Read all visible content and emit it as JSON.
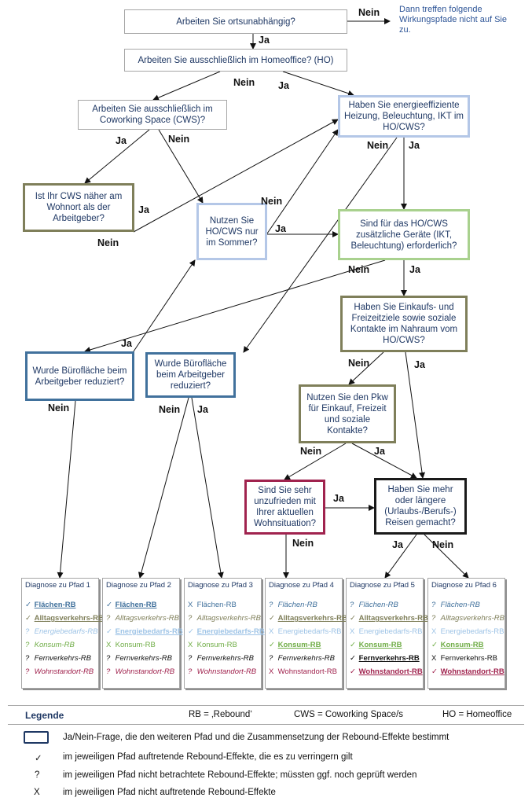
{
  "questions": {
    "q1": "Arbeiten Sie ortsunabhängig?",
    "q2": "Arbeiten Sie ausschließlich im Homeoffice? (HO)",
    "q3": "Arbeiten Sie ausschließlich im Coworking Space (CWS)?",
    "q4": "Haben Sie energieeffiziente Heizung, Beleuchtung, IKT im HO/CWS?",
    "q5": "Ist Ihr CWS näher am Wohnort als der Arbeitgeber?",
    "q6": "Nutzen Sie HO/CWS nur im Sommer?",
    "q7": "Sind für das HO/CWS zusätzliche Geräte (IKT, Beleuchtung) erforderlich?",
    "q8": "Haben Sie Einkaufs- und Freizeitziele sowie soziale Kontakte im Nahraum vom HO/CWS?",
    "q9": "Wurde Bürofläche beim Arbeitgeber reduziert?",
    "q10": "Wurde Bürofläche beim Arbeitgeber reduziert?",
    "q11": "Nutzen Sie den Pkw für Einkauf, Freizeit und soziale Kontakte?",
    "q12": "Sind Sie sehr unzufrieden mit Ihrer aktuellen Wohnsituation?",
    "q13": "Haben Sie mehr oder längere (Urlaubs-/Berufs-) Reisen gemacht?"
  },
  "note_top": "Dann treffen folgende Wirkungspfade nicht auf Sie zu.",
  "labels": {
    "ja": "Ja",
    "nein": "Nein"
  },
  "symbols": {
    "check": "✓",
    "question": "?",
    "x": "X"
  },
  "diagnoses": [
    {
      "title": "Diagnose zu Pfad 1",
      "items": [
        {
          "state": "check",
          "text": "Flächen-RB"
        },
        {
          "state": "check",
          "text": "Alltagsverkehrs-RB"
        },
        {
          "state": "q",
          "text": "Energiebedarfs-RB"
        },
        {
          "state": "q",
          "text": "Konsum-RB"
        },
        {
          "state": "q",
          "text": "Fernverkehrs-RB"
        },
        {
          "state": "q",
          "text": "Wohnstandort-RB"
        }
      ]
    },
    {
      "title": "Diagnose zu Pfad 2",
      "items": [
        {
          "state": "check",
          "text": "Flächen-RB"
        },
        {
          "state": "q",
          "text": "Alltagsverkehrs-RB"
        },
        {
          "state": "check",
          "text": "Energiebedarfs-RB"
        },
        {
          "state": "x",
          "text": "Konsum-RB"
        },
        {
          "state": "q",
          "text": "Fernverkehrs-RB"
        },
        {
          "state": "q",
          "text": "Wohnstandort-RB"
        }
      ]
    },
    {
      "title": "Diagnose zu Pfad 3",
      "items": [
        {
          "state": "x",
          "text": "Flächen-RB"
        },
        {
          "state": "q",
          "text": "Alltagsverkehrs-RB"
        },
        {
          "state": "check",
          "text": "Energiebedarfs-RB"
        },
        {
          "state": "x",
          "text": "Konsum-RB"
        },
        {
          "state": "q",
          "text": "Fernverkehrs-RB"
        },
        {
          "state": "q",
          "text": "Wohnstandort-RB"
        }
      ]
    },
    {
      "title": "Diagnose zu Pfad 4",
      "items": [
        {
          "state": "q",
          "text": "Flächen-RB"
        },
        {
          "state": "check",
          "text": "Alltagsverkehrs-RB"
        },
        {
          "state": "x",
          "text": "Energiebedarfs-RB"
        },
        {
          "state": "check",
          "text": "Konsum-RB"
        },
        {
          "state": "q",
          "text": "Fernverkehrs-RB"
        },
        {
          "state": "x",
          "text": "Wohnstandort-RB"
        }
      ]
    },
    {
      "title": "Diagnose zu Pfad 5",
      "items": [
        {
          "state": "q",
          "text": "Flächen-RB"
        },
        {
          "state": "check",
          "text": "Alltagsverkehrs-RB"
        },
        {
          "state": "x",
          "text": "Energiebedarfs-RB"
        },
        {
          "state": "check",
          "text": "Konsum-RB"
        },
        {
          "state": "check",
          "text": "Fernverkehrs-RB"
        },
        {
          "state": "check",
          "text": "Wohnstandort-RB"
        }
      ]
    },
    {
      "title": "Diagnose zu Pfad 6",
      "items": [
        {
          "state": "q",
          "text": "Flächen-RB"
        },
        {
          "state": "q",
          "text": "Alltagsverkehrs-RB"
        },
        {
          "state": "x",
          "text": "Energiebedarfs-RB"
        },
        {
          "state": "check",
          "text": "Konsum-RB"
        },
        {
          "state": "x",
          "text": "Fernverkehrs-RB"
        },
        {
          "state": "check",
          "text": "Wohnstandort-RB"
        }
      ]
    }
  ],
  "item_colors": {
    "Flächen-RB": "#41719c",
    "Alltagsverkehrs-RB": "#7f7f5a",
    "Energiebedarfs-RB": "#9dc3e6",
    "Konsum-RB": "#70ad47",
    "Fernverkehrs-RB": "#111111",
    "Wohnstandort-RB": "#a0234e"
  },
  "legend": {
    "title": "Legende",
    "abbrev_rb": "RB = ‚Rebound‘",
    "abbrev_cws": "CWS = Coworking Space/s",
    "abbrev_ho": "HO = Homeoffice",
    "box_desc": "Ja/Nein-Frage, die den weiteren Pfad und die Zusammensetzung der Rebound-Effekte bestimmt",
    "check_desc": "im jeweiligen Pfad auftretende Rebound-Effekte, die es zu verringern gilt",
    "question_desc": "im jeweiligen Pfad nicht betrachtete Rebound-Effekte; müssten ggf. noch geprüft werden",
    "x_desc": "im jeweiligen Pfad nicht auftretende Rebound-Effekte"
  }
}
